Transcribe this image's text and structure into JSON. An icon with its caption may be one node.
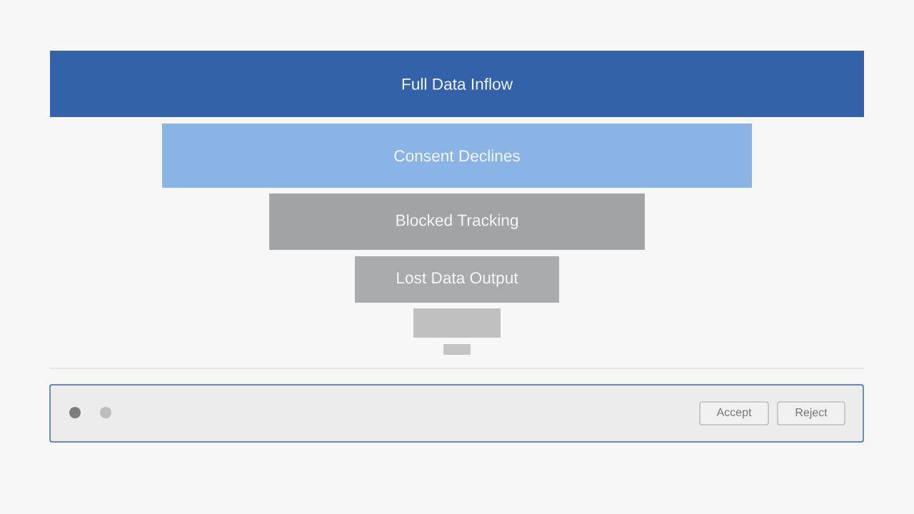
{
  "diagram": {
    "nodes": [
      {
        "text": [
          "Full Data Inflow"
        ]
      },
      {
        "text": [
          "Consent Declines"
        ]
      },
      {
        "text": [
          "Blocked Tracking"
        ]
      },
      {
        "text": [
          "Lost Data Output"
        ]
      },
      {
        "text": [],
        "shape": "bar"
      },
      {
        "text": [],
        "shape": "bar"
      },
      {
        "text": [],
        "shape": "box"
      },
      {
        "text": [
          "Accept"
        ],
        "in": 6
      },
      {
        "text": [
          "Reject"
        ],
        "in": 6
      }
    ]
  }
}
